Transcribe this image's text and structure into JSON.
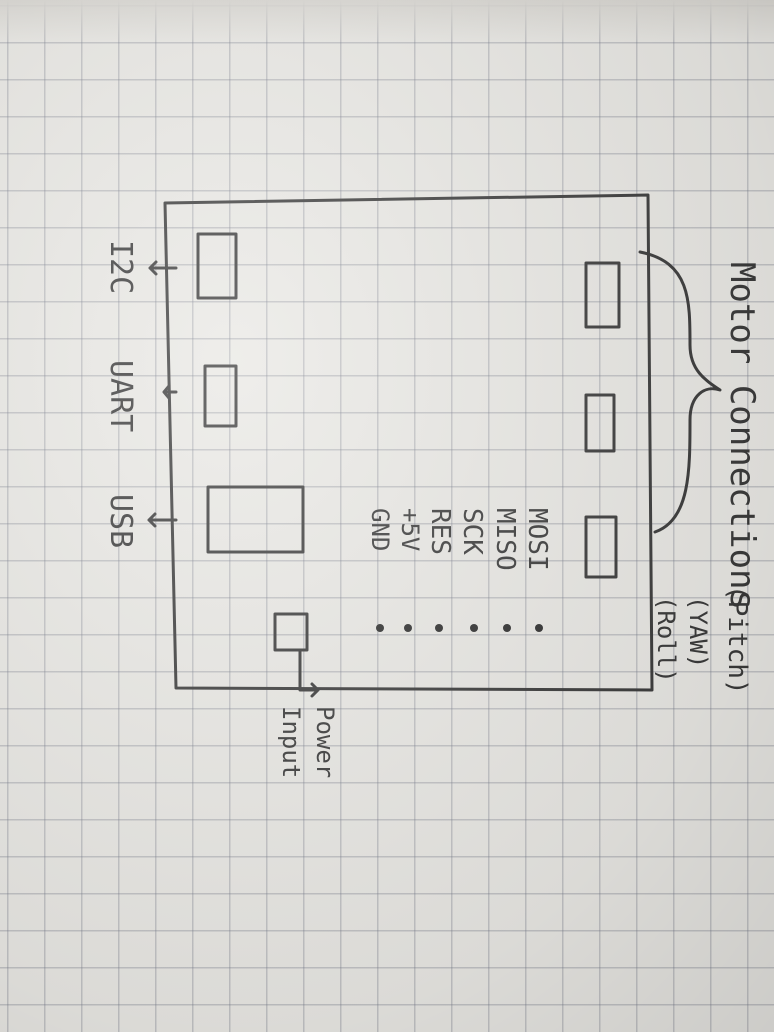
{
  "diagram": {
    "motor_label": "Motor Connections",
    "motor_axes": [
      "(Pitch)",
      "(YAW)",
      "(Roll)"
    ],
    "pins": [
      "MOSI",
      "MISO",
      "SCK",
      "RES",
      "+5V",
      "GND"
    ],
    "power_label": "Power Input",
    "ports": [
      "I2C",
      "UART",
      "USB"
    ]
  }
}
